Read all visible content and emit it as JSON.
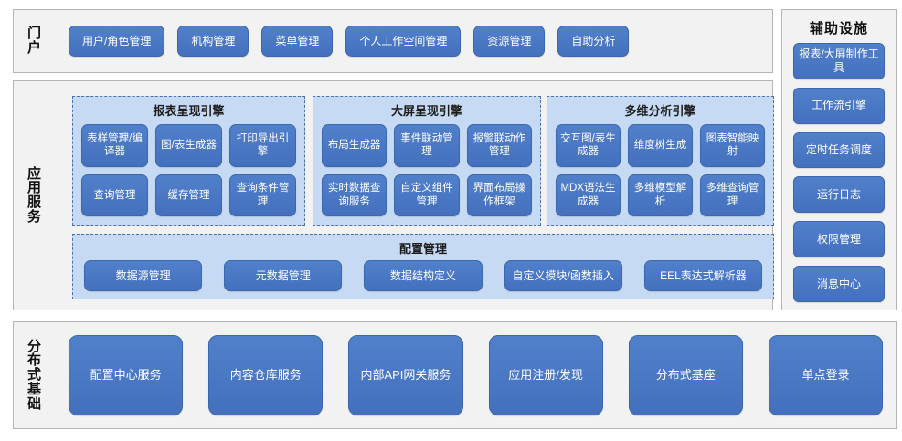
{
  "colors": {
    "button_blue": "#4a77c4",
    "button_border": "#3c66ad",
    "group_light_blue": "#c6daf4",
    "panel_gray": "#f2f2f2",
    "panel_border": "#b4b4b4",
    "text_white": "#ffffff",
    "text_dark": "#111111"
  },
  "portal": {
    "label": "门户",
    "buttons": [
      "用户/角色管理",
      "机构管理",
      "菜单管理",
      "个人工作空间管理",
      "资源管理",
      "自助分析"
    ]
  },
  "aux": {
    "title": "辅助设施",
    "items": [
      "报表/大屏制作工具",
      "工作流引擎",
      "定时任务调度",
      "运行日志",
      "权限管理",
      "消息中心"
    ]
  },
  "app_services": {
    "label": "应用服务",
    "groups": [
      {
        "title": "报表呈现引擎",
        "items": [
          "表样管理/编译器",
          "图/表生成器",
          "打印导出引擎",
          "查询管理",
          "缓存管理",
          "查询条件管理"
        ]
      },
      {
        "title": "大屏呈现引擎",
        "items": [
          "布局生成器",
          "事件联动管理",
          "报警联动作管理",
          "实时数据查询服务",
          "自定义组件管理",
          "界面布局操作框架"
        ]
      },
      {
        "title": "多维分析引擎",
        "items": [
          "交互图/表生成器",
          "维度树生成",
          "图表智能映射",
          "MDX语法生成器",
          "多维模型解析",
          "多维查询管理"
        ]
      }
    ],
    "config": {
      "title": "配置管理",
      "items": [
        "数据源管理",
        "元数据管理",
        "数据结构定义",
        "自定义模块/函数插入",
        "EEL表达式解析器"
      ]
    }
  },
  "base": {
    "label": "分布式基础",
    "items": [
      "配置中心服务",
      "内容仓库服务",
      "内部API网关服务",
      "应用注册/发现",
      "分布式基座",
      "单点登录"
    ]
  }
}
